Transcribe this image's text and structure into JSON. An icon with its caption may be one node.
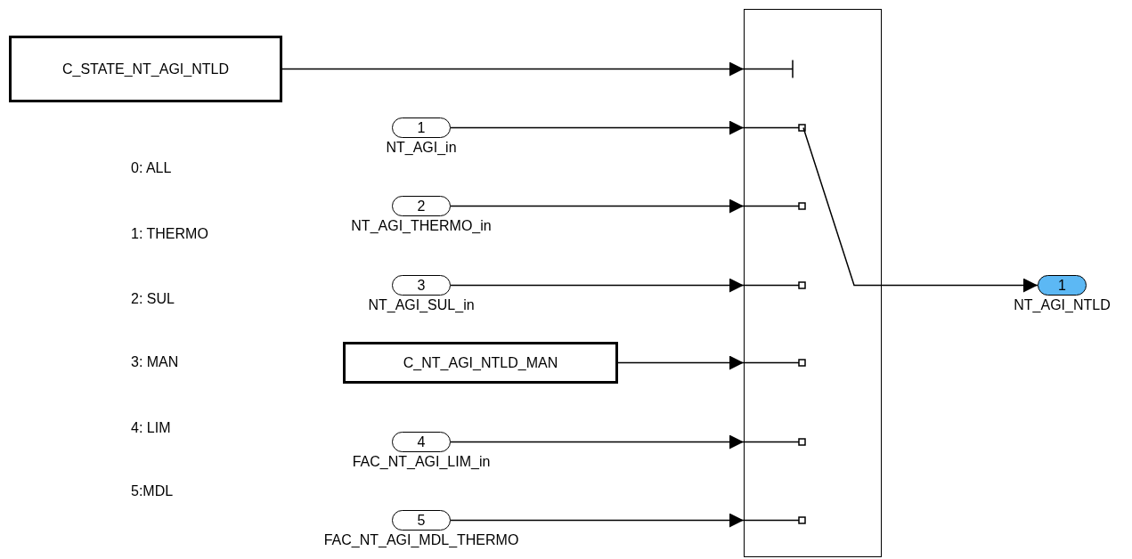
{
  "diagram": {
    "nodes": [
      {
        "text": [
          "C_STATE_NT_AGI_NTLD"
        ]
      },
      {
        "text": [
          "1"
        ],
        "beside": [
          "NT_AGI_in"
        ]
      },
      {
        "text": [
          "2"
        ],
        "beside": [
          "NT_AGI_THERMO_in"
        ]
      },
      {
        "text": [
          "3"
        ],
        "beside": [
          "NT_AGI_SUL_in"
        ]
      },
      {
        "text": [
          "C_NT_AGI_NTLD_MAN"
        ]
      },
      {
        "text": [
          "4"
        ],
        "beside": [
          "FAC_NT_AGI_LIM_in"
        ]
      },
      {
        "text": [
          "5"
        ],
        "beside": [
          "FAC_NT_AGI_MDL_THERMO"
        ]
      },
      {
        "text": [],
        "shape": "box"
      },
      {
        "text": [
          "1"
        ],
        "beside": [
          "NT_AGI_NTLD"
        ]
      }
    ],
    "edges": [
      {
        "from": 0,
        "to": 7,
        "arrow": "to"
      },
      {
        "from": 1,
        "to": 7,
        "arrow": "to"
      },
      {
        "from": 2,
        "to": 7,
        "arrow": "to"
      },
      {
        "from": 3,
        "to": 7,
        "arrow": "to"
      },
      {
        "from": 4,
        "to": 7,
        "arrow": "to"
      },
      {
        "from": 5,
        "to": 7,
        "arrow": "to"
      },
      {
        "from": 6,
        "to": 7,
        "arrow": "to"
      },
      {
        "from": 7,
        "to": 8,
        "arrow": "to"
      }
    ],
    "labels": [
      "0: ALL",
      "1: THERMO",
      "2: SUL",
      "3: MAN",
      "4: LIM",
      "5:MDL"
    ]
  }
}
